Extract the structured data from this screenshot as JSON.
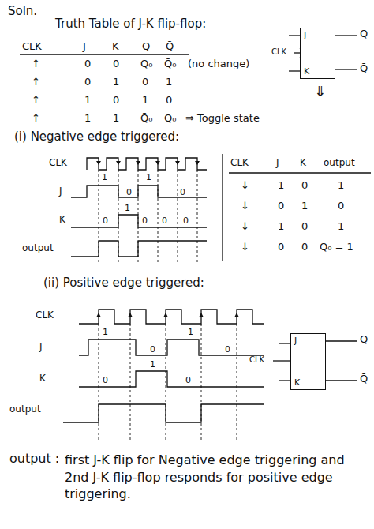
{
  "diagram": {
    "nodes": [
      {
        "text": [
          "J",
          "K"
        ]
      },
      {
        "text": [
          "J",
          "K"
        ]
      }
    ],
    "labels": [
      "Soln.",
      "Truth Table of J-K flip-flop:",
      "CLK",
      "J",
      "K",
      "Q",
      "Q̄",
      "↑",
      "0",
      "0",
      "Q₀",
      "Q̄₀",
      "(no change)",
      "↑",
      "0",
      "1",
      "0",
      "1",
      "↑",
      "1",
      "0",
      "1",
      "0",
      "↑",
      "1",
      "1",
      "Q̄₀",
      "Q₀",
      "⇒ Toggle state",
      "CLK",
      "Q",
      "Q̄",
      "⇓",
      "(i) Negative edge triggered:",
      "CLK",
      "J",
      "K",
      "output",
      "1",
      "0",
      "1",
      "0",
      "0",
      "1",
      "0",
      "0",
      "0",
      "CLK",
      "J",
      "K",
      "output",
      "↓",
      "1",
      "0",
      "1",
      "↓",
      "0",
      "1",
      "0",
      "↓",
      "1",
      "0",
      "1",
      "↓",
      "0",
      "0",
      "Q₀ = 1",
      "(ii) Positive edge triggered:",
      "CLK",
      "J",
      "K",
      "output",
      "1",
      "0",
      "1",
      "0",
      "0",
      "1",
      "0",
      "CLK",
      "Q",
      "Q̄",
      "output :",
      "first J-K flip for Negative edge triggering and 2nd J-K flip-flop responds for positive edge triggering."
    ]
  }
}
